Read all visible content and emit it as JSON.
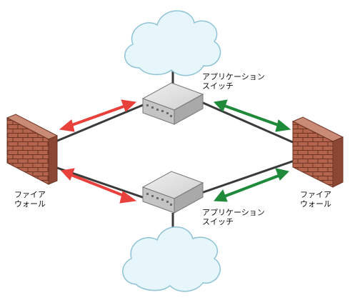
{
  "labels": {
    "switch_top": {
      "line1": "アプリケーション",
      "line2": "スイッチ"
    },
    "switch_bottom": {
      "line1": "アプリケーション",
      "line2": "スイッチ"
    },
    "firewall_left": {
      "line1": "ファイア",
      "line2": "ウォール"
    },
    "firewall_right": {
      "line1": "ファイア",
      "line2": "ウォール"
    }
  },
  "colors": {
    "cloud_fill": "#e6f6fb",
    "cloud_stroke": "#8fc3d6",
    "link": "#3a3a3a",
    "arrow_left": "#e8413c",
    "arrow_right": "#1e8a3a",
    "brick": "#b4634d",
    "switch_body": "#d7d7d7"
  },
  "icons": [
    "cloud-icon",
    "firewall-icon",
    "application-switch-icon",
    "double-arrow-icon"
  ]
}
